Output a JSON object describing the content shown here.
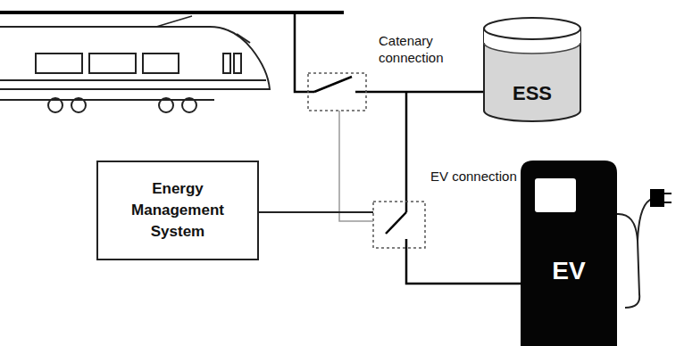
{
  "diagram": {
    "nodes": [
      {
        "text": [
          "Energy Management System"
        ]
      },
      {
        "text": [
          "ESS"
        ]
      },
      {
        "text": [
          "EV"
        ]
      }
    ],
    "labels": [
      "Catenary connection",
      "EV connection"
    ]
  }
}
